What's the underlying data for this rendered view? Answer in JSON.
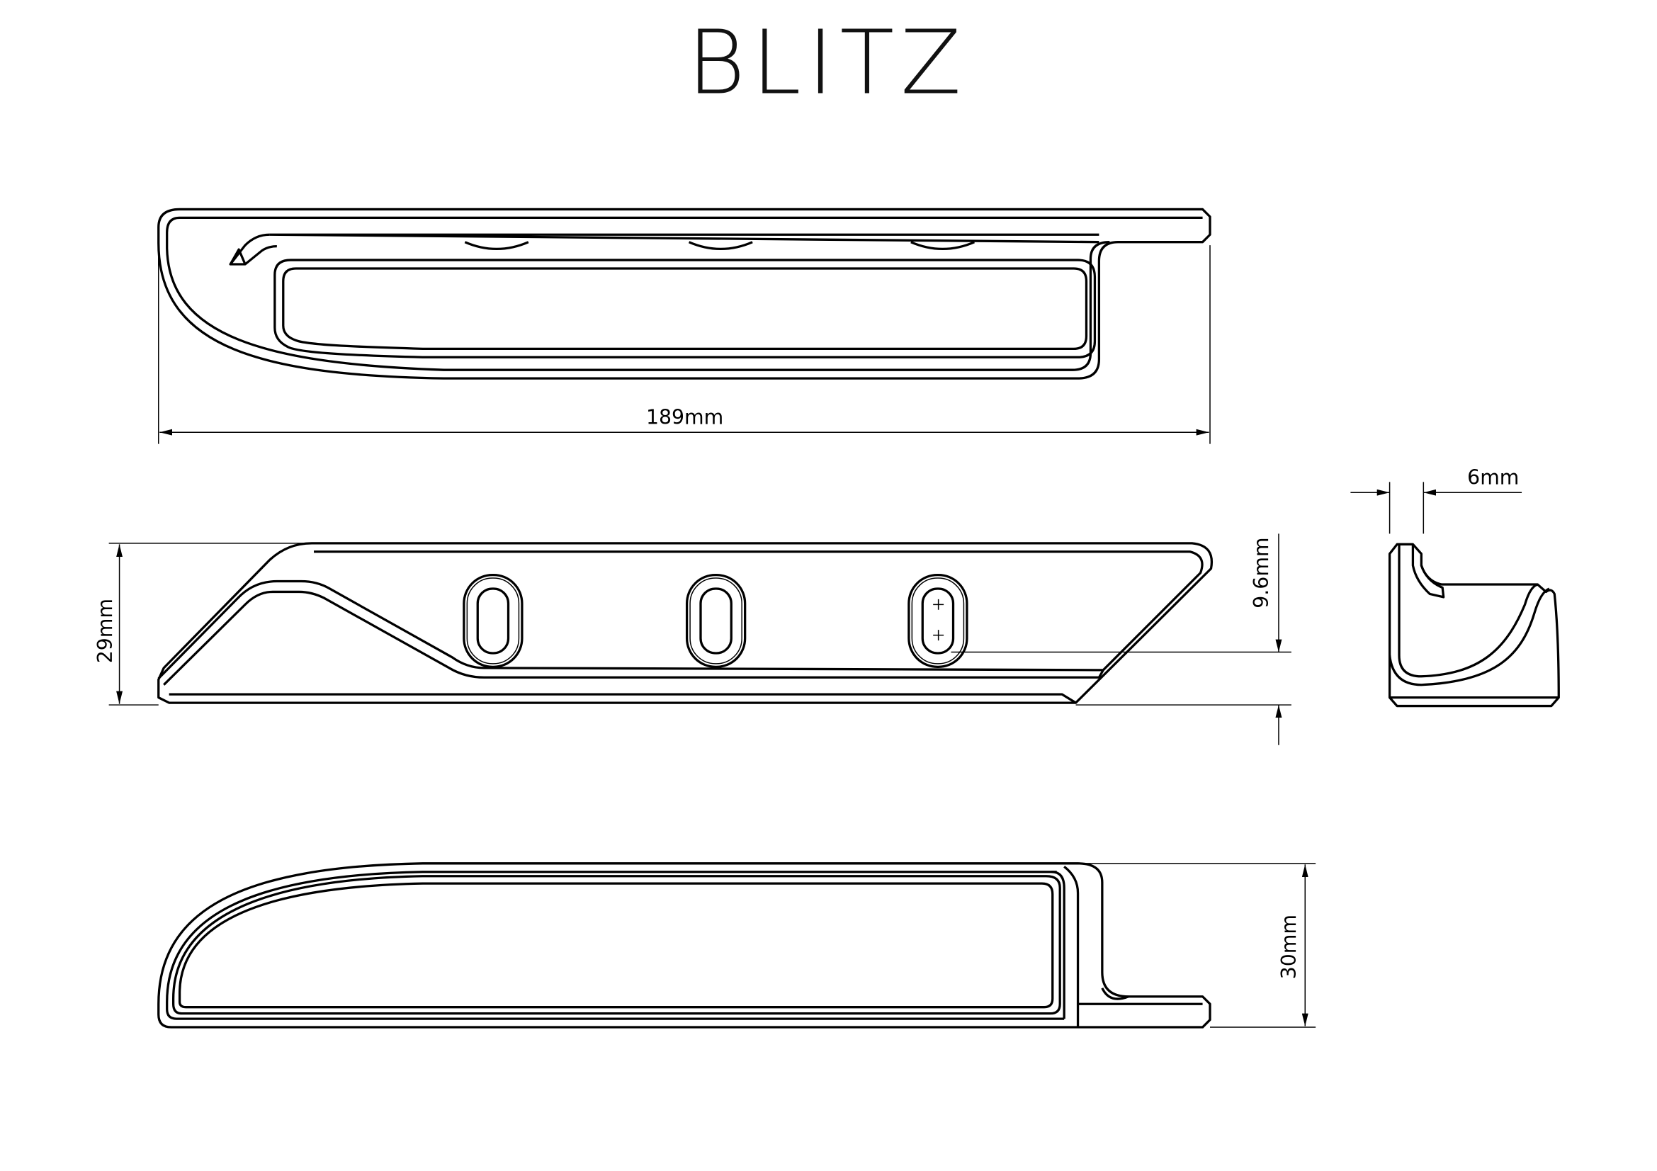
{
  "title": "BLITZ",
  "views": {
    "top_view": {
      "dimension_label": "189mm"
    },
    "side_view": {
      "height_label": "29mm",
      "offset_label": "9.6mm"
    },
    "end_view": {
      "width_label": "6mm"
    },
    "bottom_view": {
      "height_label": "30mm"
    }
  }
}
